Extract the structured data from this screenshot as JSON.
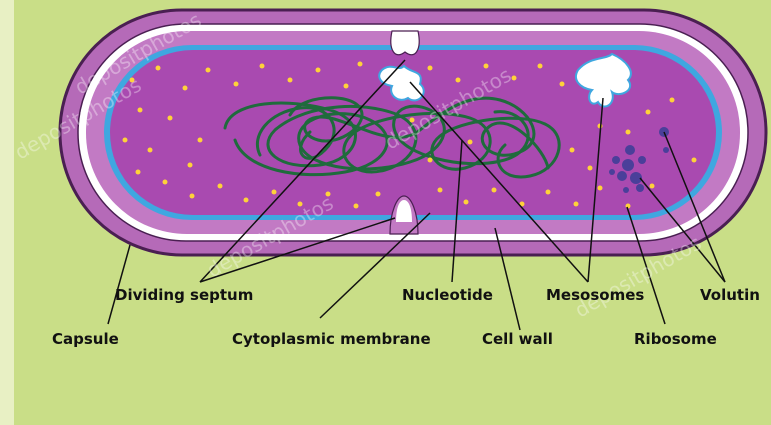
{
  "labels": {
    "dividing_septum": "Dividing septum",
    "nucleotide": "Nucleotide",
    "mesosomes": "Mesosomes",
    "volutin": "Volutin",
    "capsule": "Capsule",
    "cytoplasmic_membrane": "Cytoplasmic membrane",
    "cell_wall": "Cell wall",
    "ribosome": "Ribosome"
  },
  "watermark": "depositphotos",
  "colors": {
    "background": "#c9de87",
    "capsule": "#b56ab8",
    "cell_wall": "#ffffff",
    "membrane": "#3fa7e0",
    "cytoplasm": "#a94ab0",
    "nucleoid": "#1f6b3c",
    "ribosome_dots": "#ffd23a",
    "volutin": "#4a3f9a"
  }
}
